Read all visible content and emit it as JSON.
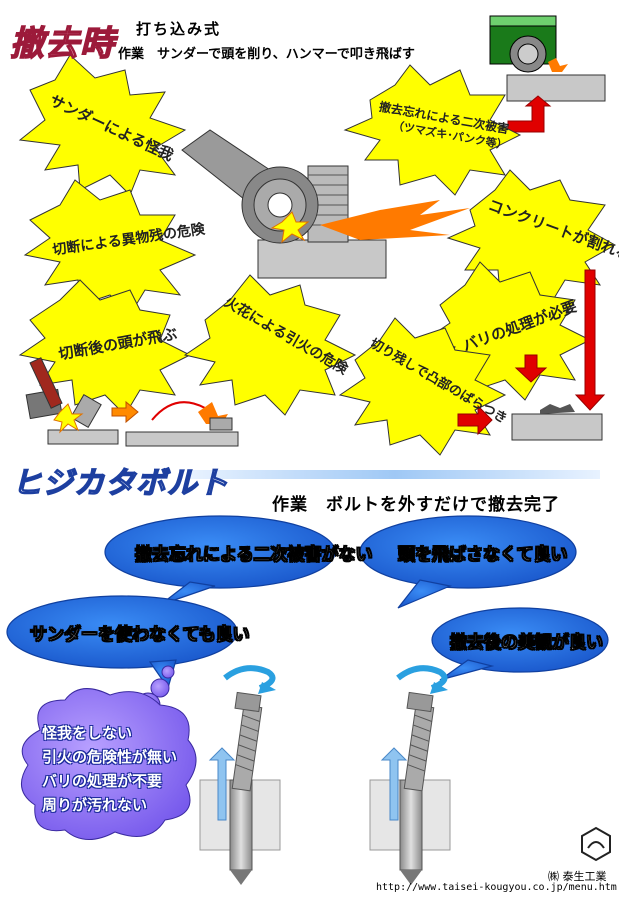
{
  "section1": {
    "title": "撤去時",
    "subtitle": "打ち込み式",
    "task": "作業　サンダーで頭を削り、ハンマーで叩き飛ばす",
    "bursts": [
      {
        "label": "サンダーによる怪我"
      },
      {
        "label": "撤去忘れによる二次被害"
      },
      {
        "label": "（ツマズキ･パンク等）"
      },
      {
        "label": "切断による異物残の危険"
      },
      {
        "label": "コンクリートが割れる"
      },
      {
        "label": "切断後の頭が飛ぶ"
      },
      {
        "label": "火花による引火の危険"
      },
      {
        "label": "バリの処理が必要"
      },
      {
        "label": "切り残しで凸部のばらつき"
      }
    ]
  },
  "section2": {
    "title": "ヒジカタボルト",
    "task": "作業　ボルトを外すだけで撤去完了",
    "bubbles": [
      {
        "label": "撤去忘れによる二次被害がない"
      },
      {
        "label": "頭を飛ばさなくて良い"
      },
      {
        "label": "サンダーを使わなくても良い"
      },
      {
        "label": "撤去後の美観が良い"
      }
    ],
    "cloud_lines": [
      "怪我をしない",
      "引火の危険性が無い",
      "バリの処理が不要",
      "周りが汚れない"
    ]
  },
  "footer": {
    "company": "㈱ 泰生工業",
    "url": "http://www.taisei-kougyou.co.jp/menu.htm"
  },
  "colors": {
    "burst_fill": "#ffff00",
    "bubble_fill": "#1e6fe0",
    "arrow_red": "#e00000",
    "gray_block": "#c8c8c8"
  }
}
